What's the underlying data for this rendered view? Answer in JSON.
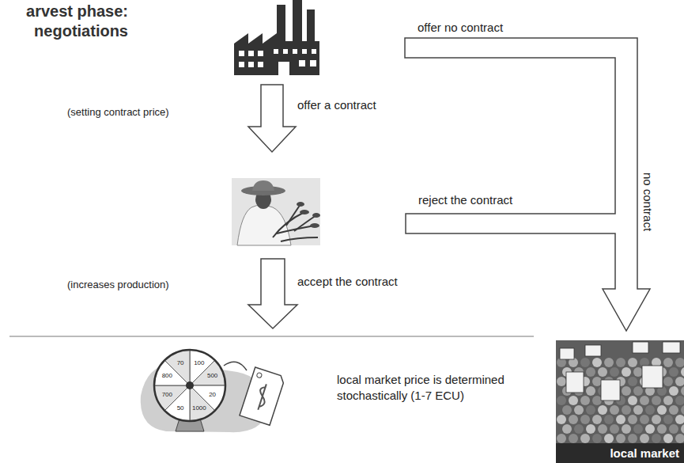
{
  "diagram": {
    "title": "arvest phase: negotiations",
    "nodes": [
      {
        "text": [
          "local market"
        ]
      }
    ],
    "labels": [
      "offer no contract",
      "(setting contract price)",
      "offer a contract",
      "reject the contract",
      "no contract",
      "(increases production)",
      "accept the contract",
      "100",
      "500",
      "20",
      "1000",
      "50",
      "700",
      "800",
      "70",
      "local market price is determined stochastically (1-7 ECU)"
    ]
  }
}
